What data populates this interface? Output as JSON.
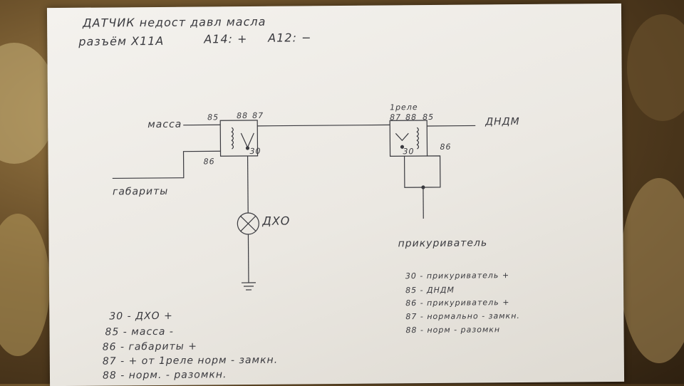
{
  "header": {
    "line1": "ДАТЧИК недост давл масла",
    "line2a": "разъём X11A",
    "line2b": "А14: +",
    "line2c": "А12: −"
  },
  "left_relay": {
    "pin_85": "85",
    "pin_88": "88",
    "pin_87": "87",
    "pin_86": "86",
    "pin_30": "30",
    "wire_massa": "масса",
    "wire_gabarity": "габариты",
    "lamp_label": "ДХО"
  },
  "right_relay": {
    "title": "1реле",
    "pin_87": "87",
    "pin_88": "88",
    "pin_85": "85",
    "pin_30": "30",
    "pin_86": "86",
    "wire_dndm": "ДНДМ",
    "wire_prikurivatel": "прикуриватель"
  },
  "legend_left": [
    "30 - ДХО +",
    "85 - масса -",
    "86 - габариты +",
    "87 - + от 1реле норм - замкн.",
    "88 - норм. - разомкн."
  ],
  "legend_right": [
    "30 - прикуриватель +",
    "85 - ДНДМ",
    "86 - прикуриватель +",
    "87 - нормально - замкн.",
    "88 - норм - разомкн"
  ],
  "colors": {
    "ink": "#3a3a3f",
    "paper": "#f1efea"
  }
}
